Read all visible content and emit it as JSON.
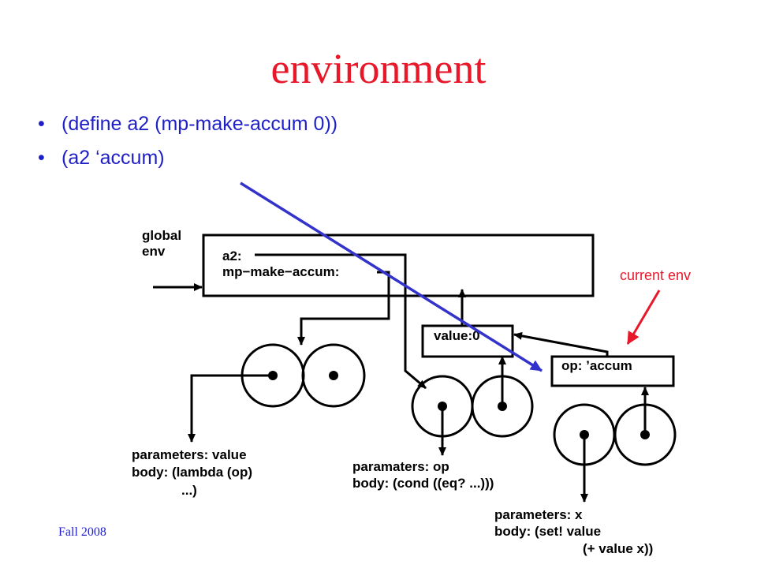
{
  "slide": {
    "title": "environment",
    "bullets": [
      "(define a2 (mp-make-accum 0))",
      "(a2 ‘accum)"
    ],
    "footer": "Fall 2008"
  },
  "diagram": {
    "global_env": {
      "label_line1": "global",
      "label_line2": "env"
    },
    "global_frame": {
      "binding1": "a2:",
      "binding2": "mp−make−accum:"
    },
    "frame_value": {
      "binding": "value:0"
    },
    "frame_op": {
      "binding": "op: ’accum"
    },
    "procedure1": {
      "line1": "parameters: value",
      "line2": "body: (lambda (op)",
      "line3": "...)"
    },
    "procedure2": {
      "line1": "paramaters: op",
      "line2": "body: (cond ((eq? ...)))"
    },
    "procedure3": {
      "line1": "parameters: x",
      "line2": "body: (set! value",
      "line3": "(+ value x))"
    },
    "annotation": {
      "text": "current env",
      "color": "#e8182b"
    },
    "pointer_color": "#3333cc"
  }
}
